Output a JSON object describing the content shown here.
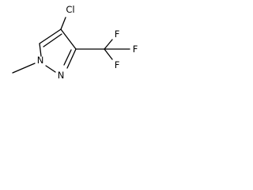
{
  "molecule": {
    "atoms": {
      "chlorine": "Cl",
      "n1": "N",
      "n2": "N",
      "fluorine_top": "F",
      "fluorine_right": "F",
      "fluorine_bottom": "F"
    },
    "colors": {
      "bond": "#000000",
      "label": "#000000",
      "background": "#ffffff"
    }
  }
}
